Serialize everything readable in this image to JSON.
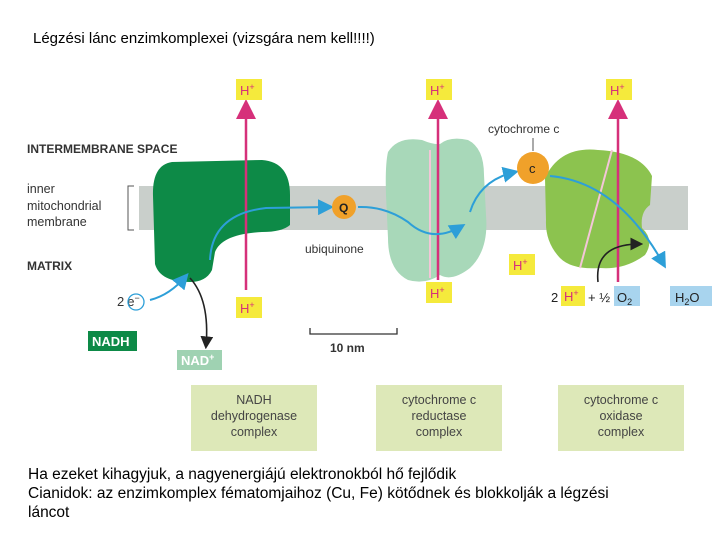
{
  "slide": {
    "title": "Légzési lánc enzimkomplexei (vizsgára nem kell!!!!)",
    "footer_lines": [
      "Ha ezeket kihagyjuk, a nagyenergiájú elektronokból hő fejlődik",
      "Cianidok: az enzimkomplex fématomjaihoz (Cu, Fe) kötődnek és blokkolják a légzési",
      "láncot"
    ]
  },
  "diagram": {
    "regions": {
      "intermembrane": "INTERMEMBRANE SPACE",
      "membrane_lines": [
        "inner",
        "mitochondrial",
        "membrane"
      ],
      "matrix": "MATRIX"
    },
    "proton_label": "H",
    "proton_charge": "+",
    "carriers": {
      "ubiquinone_letter": "Q",
      "ubiquinone_name": "ubiquinone",
      "cytc_letter": "c",
      "cytc_name": "cytochrome c"
    },
    "electrons": {
      "count": "2",
      "symbol": "e",
      "charge": "−"
    },
    "nadh": "NADH",
    "nad_plus": "NAD",
    "nad_charge": "+",
    "reaction": {
      "coef_h": "2",
      "plus_half": "+ ½",
      "o2": "O",
      "o2_sub": "2",
      "water_h": "H",
      "water_sub": "2",
      "water_o": "O"
    },
    "scale_bar": "10 nm",
    "complexes": [
      {
        "lines": [
          "NADH",
          "dehydrogenase",
          "complex"
        ]
      },
      {
        "lines": [
          "cytochrome c",
          "reductase",
          "complex"
        ]
      },
      {
        "lines": [
          "cytochrome c",
          "oxidase",
          "complex"
        ]
      }
    ],
    "colors": {
      "membrane": "#c9cfcb",
      "complex1": "#0d8a47",
      "complex2": "#a8d8b9",
      "complex3": "#8cc34f",
      "proton_box": "#f5ea3c",
      "carrier": "#f0a12a",
      "arrow": "#2d9fd8",
      "pink_arrow": "#d6307a",
      "nadh_box": "#0d8a47",
      "nad_box": "#9fd2b2",
      "water_box": "#a8d4ee",
      "label_box": "#dde8b8"
    }
  }
}
